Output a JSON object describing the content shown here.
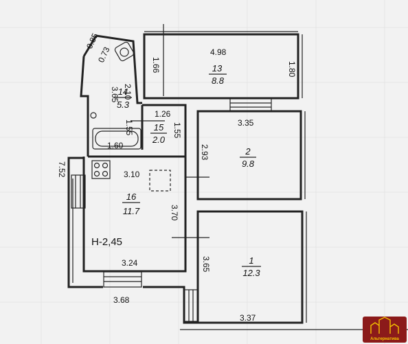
{
  "height_label": "Н-2,45",
  "rooms": [
    {
      "number": "13",
      "area": "8.8"
    },
    {
      "number": "14",
      "area": "5.3"
    },
    {
      "number": "15",
      "area": "2.0"
    },
    {
      "number": "2",
      "area": "9.8"
    },
    {
      "number": "16",
      "area": "11.7"
    },
    {
      "number": "1",
      "area": "12.3"
    }
  ],
  "dimensions": {
    "d_085": "0.85",
    "d_073": "0.73",
    "d_210": "2.10",
    "d_166": "1.66",
    "d_498": "4.98",
    "d_180": "1.80",
    "d_365a": "3.65",
    "d_126": "1.26",
    "d_155a": "1.55",
    "d_155b": "1.55",
    "d_160": "1.60",
    "d_335": "3.35",
    "d_293": "2.93",
    "d_752": "7.52",
    "d_310": "3.10",
    "d_370": "3.70",
    "d_324": "3.24",
    "d_365b": "3.65",
    "d_368": "3.68",
    "d_337": "3.37"
  },
  "logo": {
    "text": "Альтернатива",
    "color": "#8b1a1a",
    "accent": "#f5c400"
  }
}
